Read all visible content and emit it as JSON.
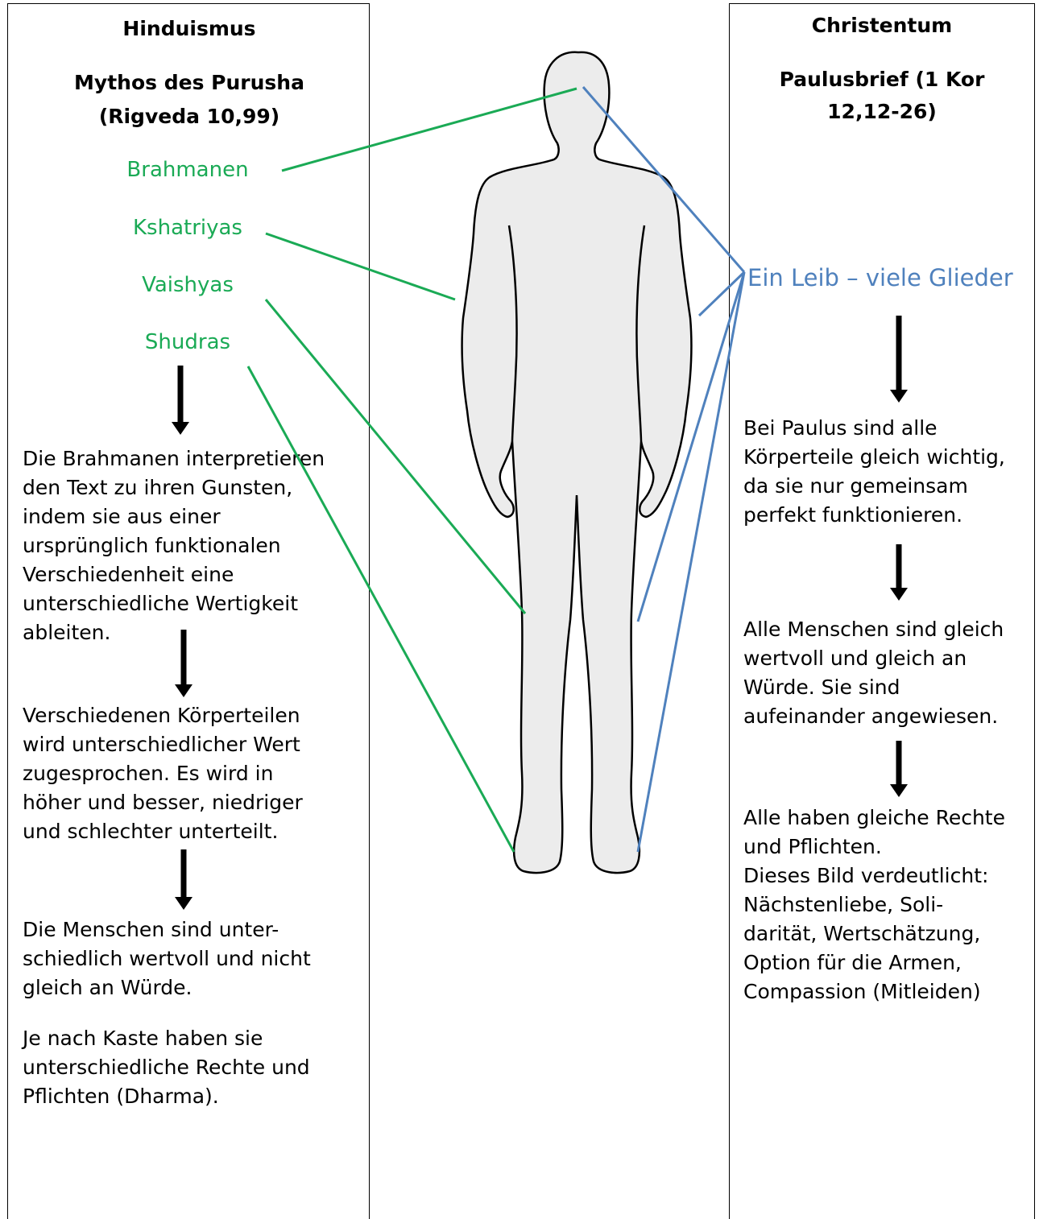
{
  "colors": {
    "green": "#1aaa55",
    "blue": "#4f81bd",
    "figure_fill": "#ececec",
    "arrow": "#000000"
  },
  "hinduism": {
    "title": "Hinduismus",
    "subtitle_line1": "Mythos des Purusha",
    "subtitle_line2": "(Rigveda 10,99)",
    "castes": [
      "Brahmanen",
      "Kshatriyas",
      "Vaishyas",
      "Shudras"
    ],
    "paragraphs": [
      "Die Brahmanen interpretieren\nden Text zu ihren Gunsten,\nindem sie aus einer\nursprünglich funktionalen\nVerschiedenheit eine\nunterschiedliche Wertigkeit\nableiten.",
      "Verschiedenen Körperteilen\nwird unterschiedlicher Wert\nzugesprochen. Es wird in\nhöher und besser, niedriger\nund schlechter unterteilt.",
      "Die Menschen sind unter-\nschiedlich  wertvoll und nicht\ngleich an Würde.",
      "Je nach Kaste haben sie\nunterschiedliche Rechte und\nPflichten (Dharma)."
    ]
  },
  "christianity": {
    "title": "Christentum",
    "subtitle_line1": "Paulusbrief (1 Kor",
    "subtitle_line2": "12,12-26)",
    "center_label": "Ein Leib – viele Glieder",
    "paragraphs": [
      "Bei Paulus sind alle\nKörperteile gleich wichtig,\nda sie nur gemeinsam\nperfekt funktionieren.",
      "Alle Menschen sind gleich\nwertvoll und gleich an\nWürde. Sie sind\naufeinander angewiesen.",
      "Alle haben gleiche Rechte\nund Pflichten.\nDieses Bild verdeutlicht:\nNächstenliebe, Soli-\ndarität, Wertschätzung,\nOption für die Armen,\nCompassion (Mitleiden)"
    ]
  },
  "figure": {
    "icon": "human-body-silhouette-icon"
  }
}
